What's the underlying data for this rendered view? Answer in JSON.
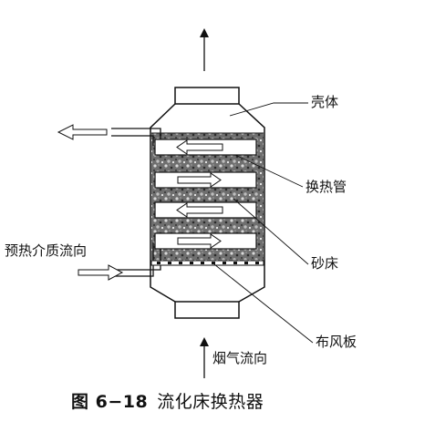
{
  "labels": {
    "shell": "壳体",
    "tube": "换热管",
    "sand_bed": "砂床",
    "distributor_plate": "布风板",
    "preheat_medium_flow": "预热介质流向",
    "flue_gas_flow": "烟气流向"
  },
  "caption": {
    "number": "图 6−18",
    "title": "流化床换热器"
  }
}
